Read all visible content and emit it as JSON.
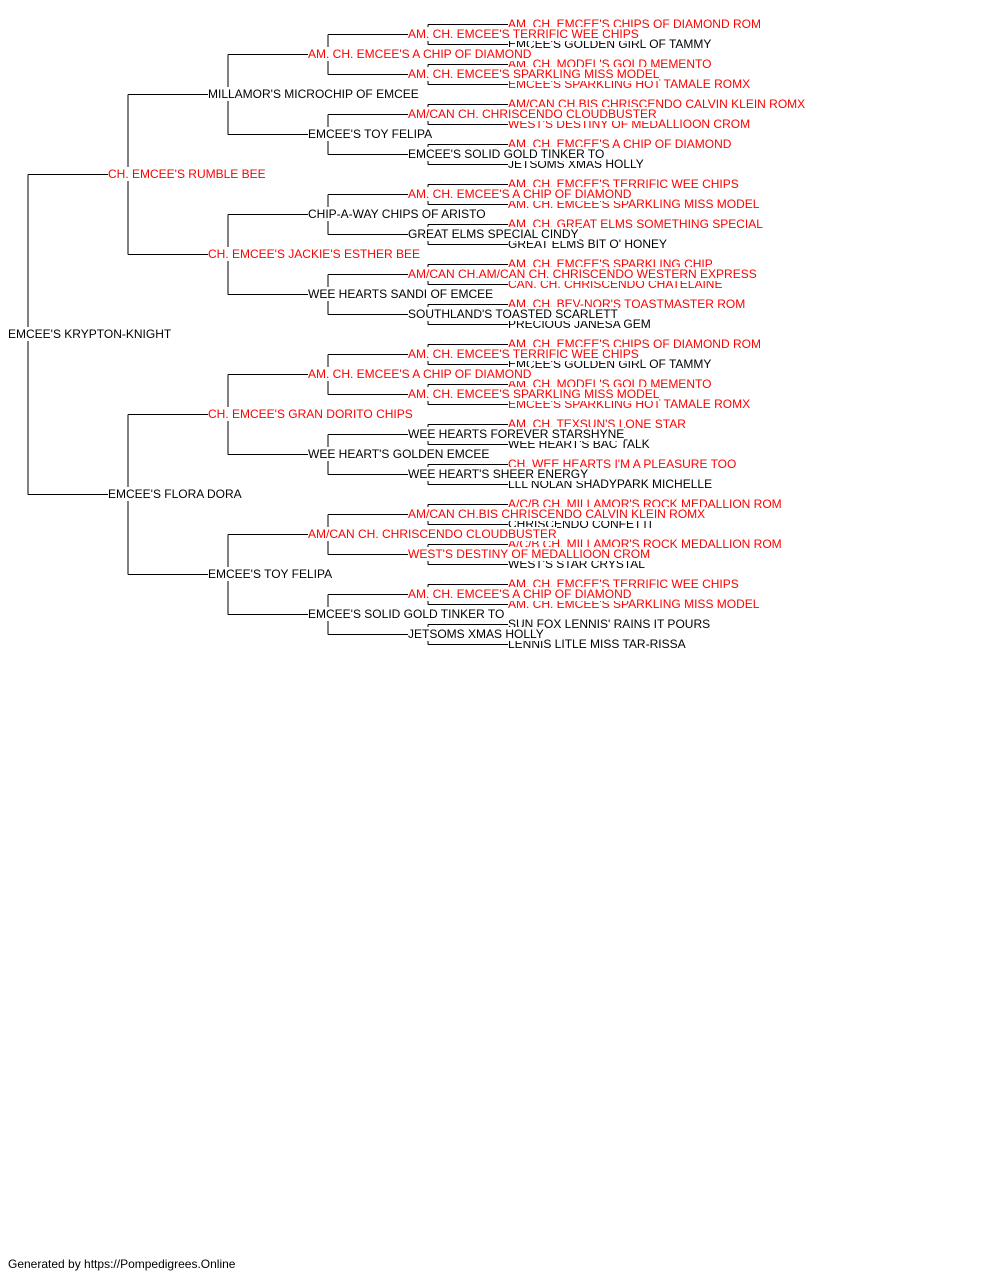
{
  "colors": {
    "champion": "#ff0000",
    "regular": "#000000",
    "line": "#000000"
  },
  "pedigree": {
    "name": "EMCEE'S KRYPTON-KNIGHT",
    "champion": false,
    "sire": {
      "name": "CH. EMCEE'S RUMBLE BEE",
      "champion": true,
      "sire": {
        "name": "MILLAMOR'S MICROCHIP OF EMCEE",
        "champion": false,
        "sire": {
          "name": "AM. CH. EMCEE'S A CHIP OF DIAMOND",
          "champion": true,
          "sire": {
            "name": "AM. CH. EMCEE'S TERRIFIC WEE CHIPS",
            "champion": true,
            "sire": {
              "name": "AM. CH. EMCEE'S CHIPS OF DIAMOND ROM",
              "champion": true
            },
            "dam": {
              "name": "EMCEE'S GOLDEN GIRL OF TAMMY",
              "champion": false
            }
          },
          "dam": {
            "name": "AM. CH. EMCEE'S SPARKLING MISS MODEL",
            "champion": true,
            "sire": {
              "name": "AM. CH. MODEL'S GOLD MEMENTO",
              "champion": true
            },
            "dam": {
              "name": "EMCEE'S SPARKLING HOT TAMALE ROMX",
              "champion": true
            }
          }
        },
        "dam": {
          "name": "EMCEE'S TOY FELIPA",
          "champion": false,
          "sire": {
            "name": "AM/CAN CH. CHRISCENDO CLOUDBUSTER",
            "champion": true,
            "sire": {
              "name": "AM/CAN CH.BIS CHRISCENDO CALVIN KLEIN ROMX",
              "champion": true
            },
            "dam": {
              "name": "WEST'S DESTINY OF MEDALLIOON CROM",
              "champion": true
            }
          },
          "dam": {
            "name": "EMCEE'S SOLID GOLD TINKER TO",
            "champion": false,
            "sire": {
              "name": "AM. CH. EMCEE'S A CHIP OF DIAMOND",
              "champion": true
            },
            "dam": {
              "name": "JETSOMS XMAS HOLLY",
              "champion": false
            }
          }
        }
      },
      "dam": {
        "name": "CH. EMCEE'S JACKIE'S ESTHER BEE",
        "champion": true,
        "sire": {
          "name": "CHIP-A-WAY CHIPS OF ARISTO",
          "champion": false,
          "sire": {
            "name": "AM. CH. EMCEE'S A CHIP OF DIAMOND",
            "champion": true,
            "sire": {
              "name": "AM. CH. EMCEE'S TERRIFIC WEE CHIPS",
              "champion": true
            },
            "dam": {
              "name": "AM. CH. EMCEE'S SPARKLING MISS MODEL",
              "champion": true
            }
          },
          "dam": {
            "name": "GREAT ELMS SPECIAL CINDY",
            "champion": false,
            "sire": {
              "name": "AM. CH. GREAT ELMS SOMETHING SPECIAL",
              "champion": true
            },
            "dam": {
              "name": "GREAT ELMS BIT O' HONEY",
              "champion": false
            }
          }
        },
        "dam": {
          "name": "WEE HEARTS SANDI OF EMCEE",
          "champion": false,
          "sire": {
            "name": "AM/CAN CH.AM/CAN CH. CHRISCENDO WESTERN EXPRESS",
            "champion": true,
            "sire": {
              "name": "AM. CH. EMCEE'S SPARKLING CHIP",
              "champion": true
            },
            "dam": {
              "name": "CAN. CH. CHRISCENDO CHATELAINE",
              "champion": true
            }
          },
          "dam": {
            "name": "SOUTHLAND'S TOASTED SCARLETT",
            "champion": false,
            "sire": {
              "name": "AM. CH. BEV-NOR'S TOASTMASTER ROM",
              "champion": true
            },
            "dam": {
              "name": "PRECIOUS JANESA GEM",
              "champion": false
            }
          }
        }
      }
    },
    "dam": {
      "name": "EMCEE'S FLORA DORA",
      "champion": false,
      "sire": {
        "name": "CH. EMCEE'S GRAN DORITO CHIPS",
        "champion": true,
        "sire": {
          "name": "AM. CH. EMCEE'S A CHIP OF DIAMOND",
          "champion": true,
          "sire": {
            "name": "AM. CH. EMCEE'S TERRIFIC WEE CHIPS",
            "champion": true,
            "sire": {
              "name": "AM. CH. EMCEE'S CHIPS OF DIAMOND ROM",
              "champion": true
            },
            "dam": {
              "name": "EMCEE'S GOLDEN GIRL OF TAMMY",
              "champion": false
            }
          },
          "dam": {
            "name": "AM. CH. EMCEE'S SPARKLING MISS MODEL",
            "champion": true,
            "sire": {
              "name": "AM. CH. MODEL'S GOLD MEMENTO",
              "champion": true
            },
            "dam": {
              "name": "EMCEE'S SPARKLING HOT TAMALE ROMX",
              "champion": true
            }
          }
        },
        "dam": {
          "name": "WEE HEART'S GOLDEN EMCEE",
          "champion": false,
          "sire": {
            "name": "WEE HEARTS FOREVER STARSHYNE",
            "champion": false,
            "sire": {
              "name": "AM. CH. TEXSUN'S LONE STAR",
              "champion": true
            },
            "dam": {
              "name": "WEE HEART'S BAC TALK",
              "champion": false
            }
          },
          "dam": {
            "name": "WEE HEART'S SHEER ENERGY",
            "champion": false,
            "sire": {
              "name": "CH. WEE HEARTS I'M A PLEASURE TOO",
              "champion": true
            },
            "dam": {
              "name": "LLL NOLAN SHADYPARK MICHELLE",
              "champion": false
            }
          }
        }
      },
      "dam": {
        "name": "EMCEE'S TOY FELIPA",
        "champion": false,
        "sire": {
          "name": "AM/CAN CH. CHRISCENDO CLOUDBUSTER",
          "champion": true,
          "sire": {
            "name": "AM/CAN CH.BIS CHRISCENDO CALVIN KLEIN ROMX",
            "champion": true,
            "sire": {
              "name": "A/C/B CH. MILLAMOR'S ROCK MEDALLION ROM",
              "champion": true
            },
            "dam": {
              "name": "CHRISCENDO CONFETTI",
              "champion": false
            }
          },
          "dam": {
            "name": "WEST'S DESTINY OF MEDALLIOON CROM",
            "champion": true,
            "sire": {
              "name": "A/C/B CH. MILLAMOR'S ROCK MEDALLION ROM",
              "champion": true
            },
            "dam": {
              "name": "WEST'S STAR CRYSTAL",
              "champion": false
            }
          }
        },
        "dam": {
          "name": "EMCEE'S SOLID GOLD TINKER TO",
          "champion": false,
          "sire": {
            "name": "AM. CH. EMCEE'S A CHIP OF DIAMOND",
            "champion": true,
            "sire": {
              "name": "AM. CH. EMCEE'S TERRIFIC WEE CHIPS",
              "champion": true
            },
            "dam": {
              "name": "AM. CH. EMCEE'S SPARKLING MISS MODEL",
              "champion": true
            }
          },
          "dam": {
            "name": "JETSOMS XMAS HOLLY",
            "champion": false,
            "sire": {
              "name": "SUN FOX LENNIS' RAINS IT POURS",
              "champion": false
            },
            "dam": {
              "name": "LENNIS LITLE MISS TAR-RISSA",
              "champion": false
            }
          }
        }
      }
    }
  },
  "footer": {
    "text": "Generated by https://Pompedigrees.Online"
  }
}
